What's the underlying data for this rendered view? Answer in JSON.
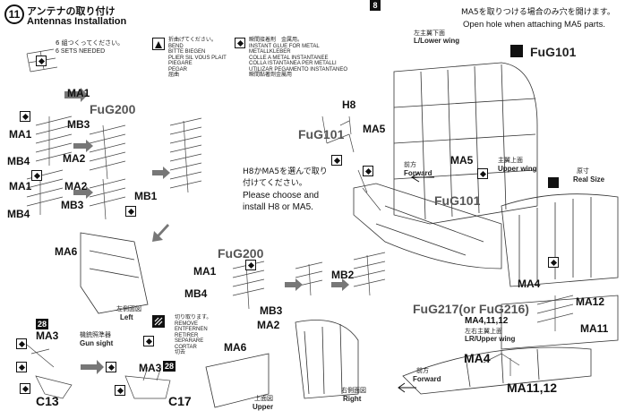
{
  "step": {
    "number": "11",
    "title_jp": "アンテナの取り付け",
    "title_en": "Antennas Installation",
    "top_right_box": "8"
  },
  "top_left": {
    "make6_jp": "6 組つくってください。",
    "make6_en": "6 SETS NEEDED"
  },
  "legend": {
    "bend": [
      "折曲げてください。",
      "BEND",
      "BITTE BIEGEN",
      "PLIER SIL VOUS PLAIT",
      "PIEGARE",
      "PEGAR",
      "屈曲"
    ],
    "glue": [
      "瞬間接着剤　金属用。",
      "INSTANT GLUE FOR METAL",
      "METALLKLEBER",
      "COLLE A METAL INSTANTANEE",
      "COLLA ISTANTANEA PER METALLI",
      "UTILIZAR PEGAMENTO INSTANTANEO",
      "瞬間黏著劑金屬用"
    ],
    "remove": [
      "切り取ります。",
      "REMOVE",
      "ENTFERNEN",
      "RETIRER",
      "SEPARARE",
      "CORTAR",
      "切去"
    ]
  },
  "notes": {
    "ma5_jp": "MA5を取りつける場合のみ穴を開けます。",
    "ma5_en": "Open hole when attaching MA5 parts.",
    "lower_wing_jp": "左主翼下面",
    "lower_wing_en": "L/Lower wing",
    "h8ma5_jp": "H8かMA5を選んで取り付けてください。",
    "h8ma5_en": "Please choose and install H8 or MA5.",
    "forward_jp": "前方",
    "forward_en": "Forward",
    "upper_wing_jp": "主翼上面",
    "upper_wing_en": "Upper wing",
    "realsize_jp": "原寸",
    "realsize_en": "Real Size",
    "left_view_jp": "左側面図",
    "left_view_en": "Left",
    "gunsight_jp": "機銃照準器",
    "gunsight_en": "Gun sight",
    "upper_view_jp": "上面図",
    "upper_view_en": "Upper",
    "right_view_jp": "右側面図",
    "right_view_en": "Right",
    "lr_upper_jp": "左右主翼上面",
    "lr_upper_en": "LR/Upper wing",
    "forward2_jp": "前方",
    "forward2_en": "Forward"
  },
  "labels": {
    "ma1_top": "MA1",
    "fug200_a": "FuG200",
    "mb3_a": "MB3",
    "ma1_a": "MA1",
    "mb4_a": "MB4",
    "ma2_a": "MA2",
    "ma1_b": "MA1",
    "ma2_b": "MA2",
    "mb1": "MB1",
    "mb4_b": "MB4",
    "mb3_b": "MB3",
    "h8": "H8",
    "fug101_a": "FuG101",
    "ma5_a": "MA5",
    "ma5_b": "MA5",
    "fug101_b": "FuG101",
    "fug101_c": "FuG101",
    "ma6_a": "MA6",
    "fug200_b": "FuG200",
    "ma1_c": "MA1",
    "mb2": "MB2",
    "mb4_c": "MB4",
    "mb3_c": "MB3",
    "ma2_c": "MA2",
    "ma4_a": "MA4",
    "ma12": "MA12",
    "fug217": "FuG217(or FuG216)",
    "ma11": "MA11",
    "ma41112": "MA4,11,12",
    "ma3_a": "MA3",
    "ma3_b": "MA3",
    "num28_a": "28",
    "num28_b": "28",
    "ma6_b": "MA6",
    "c13": "C13",
    "c17": "C17",
    "ma4_b": "MA4",
    "ma1112": "MA11,12"
  }
}
